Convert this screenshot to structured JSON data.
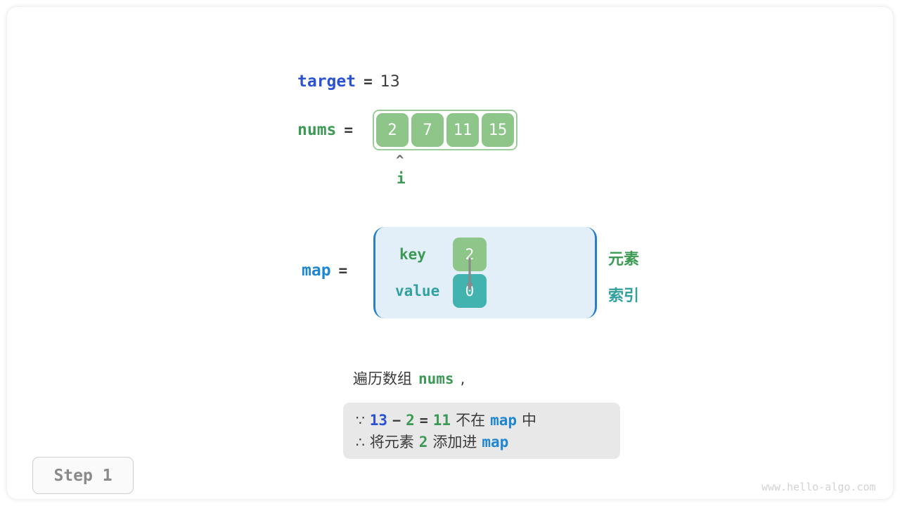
{
  "target": {
    "var_label": "target",
    "equals": "=",
    "value": "13"
  },
  "nums": {
    "var_label": "nums",
    "equals": "=",
    "cells": [
      "2",
      "7",
      "11",
      "15"
    ],
    "pointer": {
      "caret": "^",
      "label": "i"
    }
  },
  "map": {
    "var_label": "map",
    "equals": "=",
    "key_label": "key",
    "value_label": "value",
    "key_cell": "2",
    "value_cell": "0",
    "side_element_label": "元素",
    "side_index_label": "索引"
  },
  "caption": {
    "text_before": "遍历数组",
    "code": "nums",
    "text_after": ","
  },
  "note": {
    "line1": {
      "symbol": "∵",
      "a": "13",
      "minus": "−",
      "b": "2",
      "eq": "=",
      "c": "11",
      "text": "不在",
      "map": "map",
      "tail": "中"
    },
    "line2": {
      "symbol": "∴",
      "text1": "将元素",
      "num": "2",
      "text2": "添加进",
      "map": "map"
    }
  },
  "step_badge": "Step 1",
  "watermark": "www.hello-algo.com",
  "colors": {
    "target_blue": "#2c52d4",
    "map_blue": "#1f86d2",
    "green": "#3c9a55",
    "teal": "#33a0a0",
    "cell_green": "#8ec68a",
    "cell_teal": "#43b3b0",
    "map_box_bg": "#e2eff9",
    "note_box_bg": "#e8e8e8"
  }
}
